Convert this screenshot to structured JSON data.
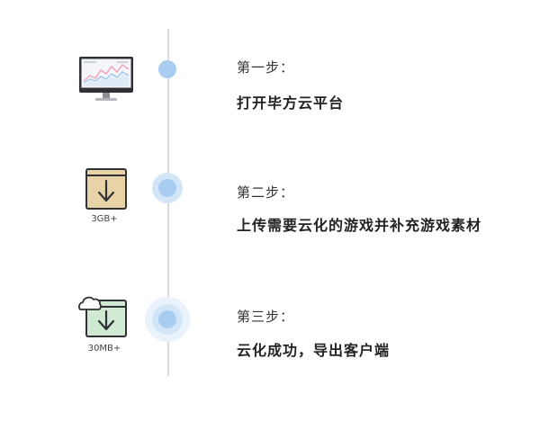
{
  "steps": [
    {
      "title": "第一步：",
      "description": "打开毕方云平台",
      "icon": "monitor-icon",
      "caption": ""
    },
    {
      "title": "第二步：",
      "description": "上传需要云化的游戏并补充游戏素材",
      "icon": "download-box-icon",
      "caption": "3GB+"
    },
    {
      "title": "第三步：",
      "description": "云化成功，导出客户端",
      "icon": "cloud-download-box-icon",
      "caption": "30MB+"
    }
  ],
  "colors": {
    "dot": "#a9cdf0",
    "line": "#d9dde2",
    "box_brown": "#e8d3a6",
    "box_green": "#cfe9d3"
  }
}
